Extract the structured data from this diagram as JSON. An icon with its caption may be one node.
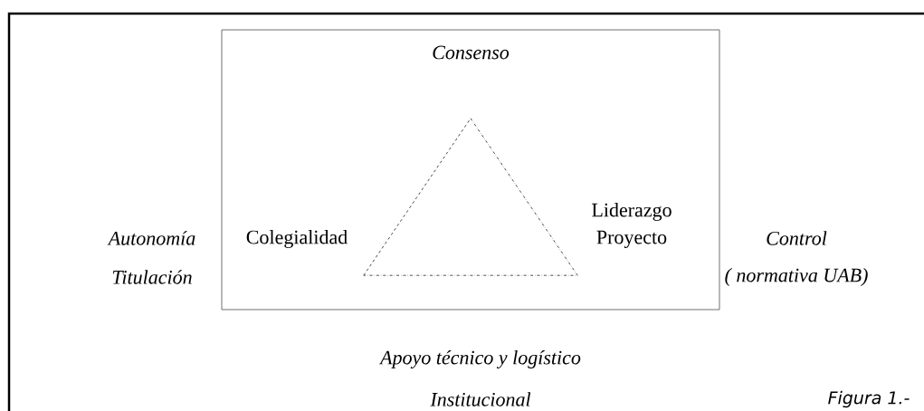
{
  "diagram": {
    "nodes": [
      {
        "text": [
          "Consenso"
        ]
      },
      {
        "text": [],
        "shape": "triangle",
        "in": 0,
        "beside": [
          "Colegialidad",
          "Liderazgo Proyecto"
        ]
      }
    ],
    "labels": [
      "Autonomía",
      "Control",
      "Titulación",
      "( normativa UAB)",
      "Apoyo técnico y logístico",
      "Figura 1.-",
      "Institucional"
    ]
  }
}
